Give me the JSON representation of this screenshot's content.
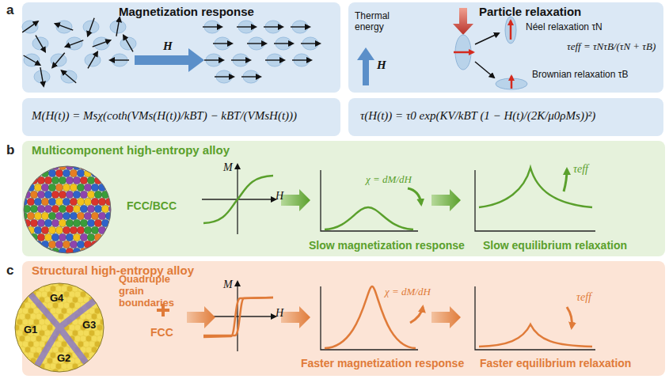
{
  "diagram": {
    "nodes": [
      {
        "text": [
          "Magnetization response",
          "H"
        ]
      },
      {
        "text": [
          "M(H(t)) = Msχ(coth(VMs(H(t))/kBT) − kBT/(VMsH(t)))"
        ]
      },
      {
        "text": [
          "Particle relaxation",
          "Thermal energy",
          "H",
          "Néel relaxation τN",
          "τeff = τNτB/(τN + τB)",
          "Brownian relaxation τB"
        ]
      },
      {
        "text": [
          "τ(H(t)) = τ0 exp(KV/kBT (1 − H(t)/(2K/μ0ρMs))²)"
        ]
      },
      {
        "text": [
          "Multicomponent high-entropy alloy",
          "FCC/BCC",
          "M",
          "H",
          "χ = dM/dH",
          "Slow magnetization response",
          "τeff",
          "Slow equilibrium relaxation"
        ]
      },
      {
        "text": [
          "Structural high-entropy alloy",
          "G4",
          "G3",
          "G1",
          "G2",
          "Quadruple grain boundaries",
          "FCC",
          "M",
          "H",
          "χ = dM/dH",
          "Faster magnetization response",
          "τeff",
          "Faster equilibrium relaxation"
        ]
      }
    ],
    "labels": [
      "a",
      "b",
      "c"
    ]
  }
}
